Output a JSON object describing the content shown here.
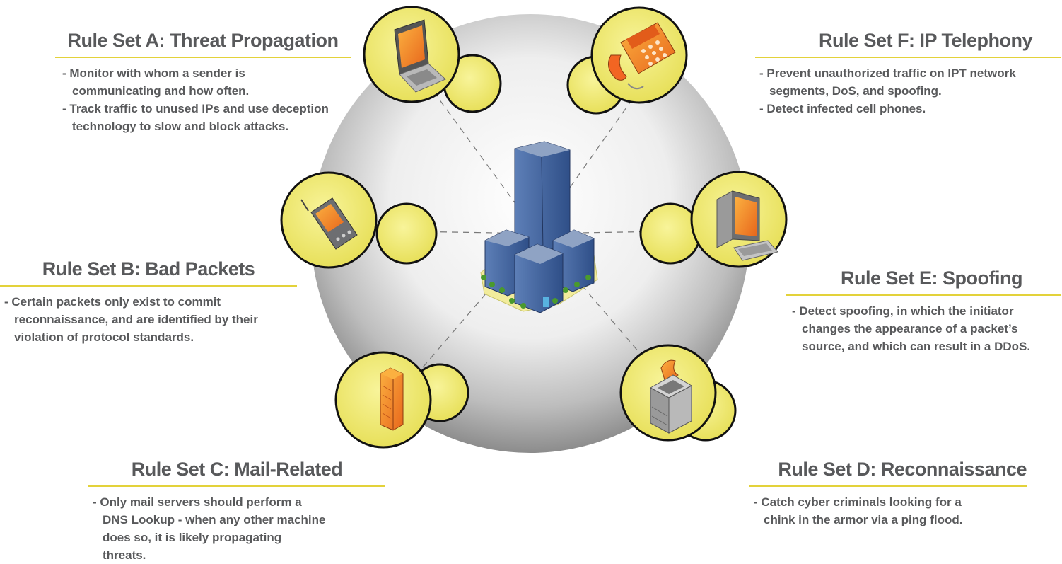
{
  "rule_sets": [
    {
      "id": "a",
      "title": "Rule Set A: Threat Propagation",
      "bullets": [
        "Monitor with whom a sender is communicating and how often.",
        "Track traffic to unused IPs and use deception technology to slow and block attacks."
      ],
      "device_icon": "laptop-icon"
    },
    {
      "id": "b",
      "title": "Rule Set B: Bad Packets",
      "bullets": [
        "Certain packets only exist to commit reconnaissance, and are identified by their violation of protocol standards."
      ],
      "device_icon": "pda-icon"
    },
    {
      "id": "c",
      "title": "Rule Set C: Mail-Related",
      "bullets": [
        "Only mail servers should perform a DNS Lookup - when any other machine does so, it is likely propagating threats."
      ],
      "device_icon": "server-icon"
    },
    {
      "id": "d",
      "title": "Rule Set D: Reconnaissance",
      "bullets": [
        "Catch cyber criminals looking for a chink in the armor via a ping flood."
      ],
      "device_icon": "printer-icon"
    },
    {
      "id": "e",
      "title": "Rule Set E: Spoofing",
      "bullets": [
        "Detect spoofing, in which the initiator changes the appearance of a packet’s source, and which can result in a DDoS."
      ],
      "device_icon": "desktop-computer-icon"
    },
    {
      "id": "f",
      "title": "Rule Set F: IP Telephony",
      "bullets": [
        "Prevent unauthorized traffic on IPT network segments, DoS, and spoofing.",
        "Detect infected cell phones."
      ],
      "device_icon": "ip-phone-icon"
    }
  ],
  "center_icon": "office-buildings-icon",
  "colors": {
    "text": "#58595b",
    "accent_line": "#e3d23a",
    "bubble_fill": "#eee870",
    "orange": "#f7941d",
    "sphere_edge": "#8a8a8a"
  }
}
